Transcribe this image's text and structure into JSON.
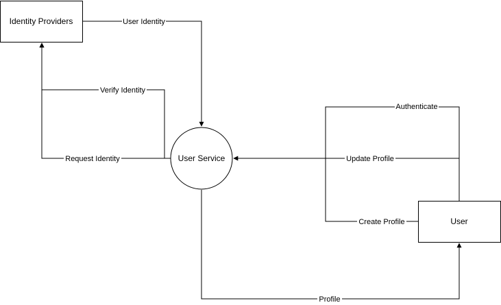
{
  "nodes": {
    "identity_providers": {
      "label": "Identity Providers"
    },
    "user_service": {
      "label": "User Service"
    },
    "user": {
      "label": "User"
    }
  },
  "edges": {
    "user_identity": {
      "label": "User Identity",
      "from": "Identity Providers",
      "to": "User Service"
    },
    "verify_identity": {
      "label": "Verify Identity",
      "from": "User Service",
      "to": "Identity Providers"
    },
    "request_identity": {
      "label": "Request Identity",
      "from": "User Service",
      "to": "Identity Providers"
    },
    "authenticate": {
      "label": "Authenticate",
      "from": "User",
      "to": "User Service"
    },
    "update_profile": {
      "label": "Update Profile",
      "from": "User",
      "to": "User Service"
    },
    "create_profile": {
      "label": "Create Profile",
      "from": "User",
      "to": "User Service"
    },
    "profile": {
      "label": "Profile",
      "from": "User Service",
      "to": "User"
    }
  },
  "colors": {
    "stroke": "#000000",
    "background": "#ffffff"
  }
}
